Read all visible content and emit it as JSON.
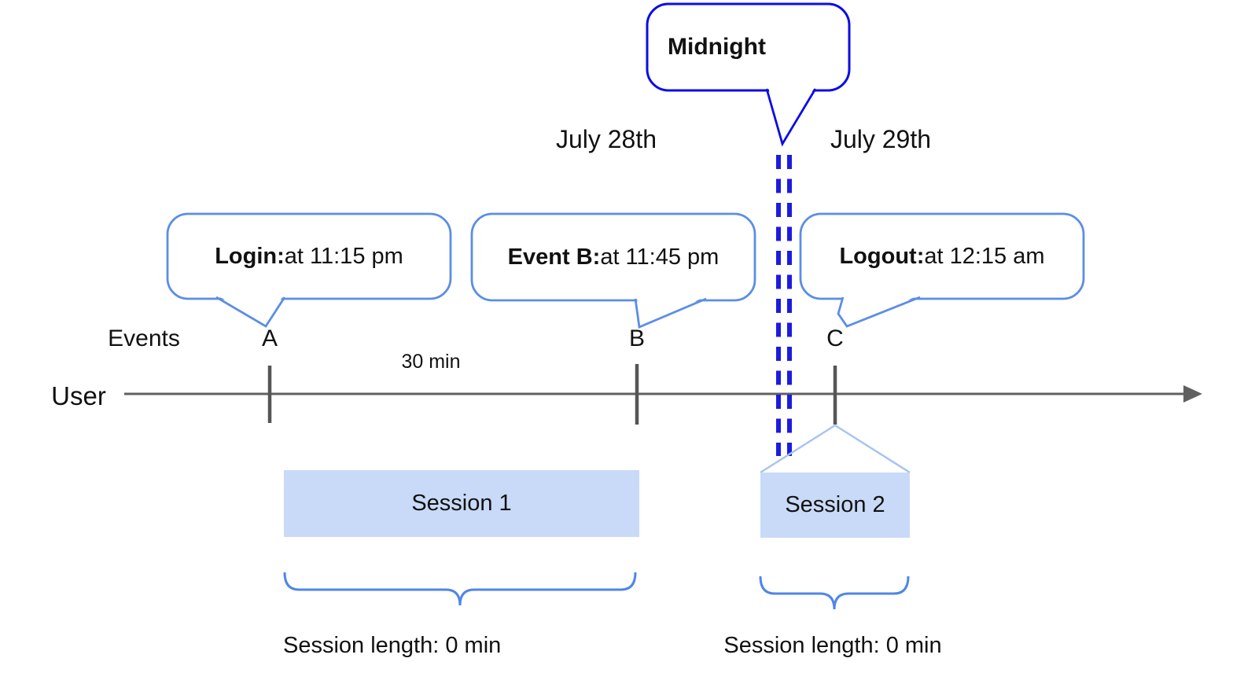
{
  "dates": {
    "left": "July 28th",
    "right": "July 29th"
  },
  "callouts": {
    "midnight": {
      "label": "Midnight"
    },
    "login": {
      "title": "Login:",
      "time": " at 11:15 pm"
    },
    "event_b": {
      "title": "Event B:",
      "time": " at 11:45 pm"
    },
    "logout": {
      "title": "Logout:",
      "time": " at 12:15 am"
    }
  },
  "axis": {
    "events_label": "Events",
    "user_label": "User",
    "interval_label": "30 min",
    "marks": [
      "A",
      "B",
      "C"
    ]
  },
  "sessions": [
    {
      "label": "Session 1",
      "length_label": "Session length: 0 min"
    },
    {
      "label": "Session 2",
      "length_label": "Session length: 0 min"
    }
  ],
  "colors": {
    "dark_blue": "#0c0ce8",
    "dashed_blue": "#1c1ce0",
    "callout_blue": "#5b8ee5",
    "brace_blue": "#4f86e8",
    "roof_blue": "#a7c4f2",
    "session_fill": "#c9daf8",
    "axis_gray": "#606060",
    "tick_gray": "#555555",
    "text_black": "#111111"
  }
}
